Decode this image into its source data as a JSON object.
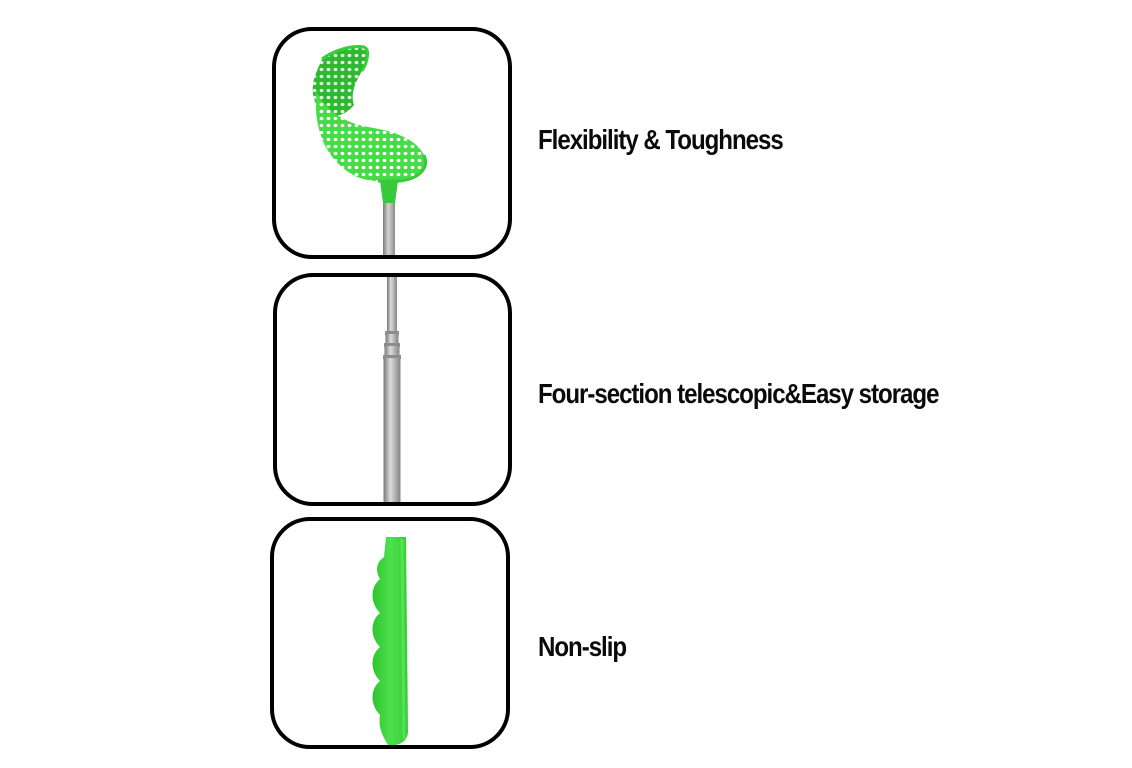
{
  "features": [
    {
      "label": "Flexibility & Toughness",
      "image": "swatter-head-icon"
    },
    {
      "label": "Four-section telescopic&Easy storage",
      "image": "telescopic-pole-icon"
    },
    {
      "label": "Non-slip",
      "image": "non-slip-grip-icon"
    }
  ],
  "colors": {
    "panel_border": "#000000",
    "swatter_green": "#3fd83f",
    "pole_metal": "#a8a8a8",
    "label_text": "#0a0a0a"
  }
}
